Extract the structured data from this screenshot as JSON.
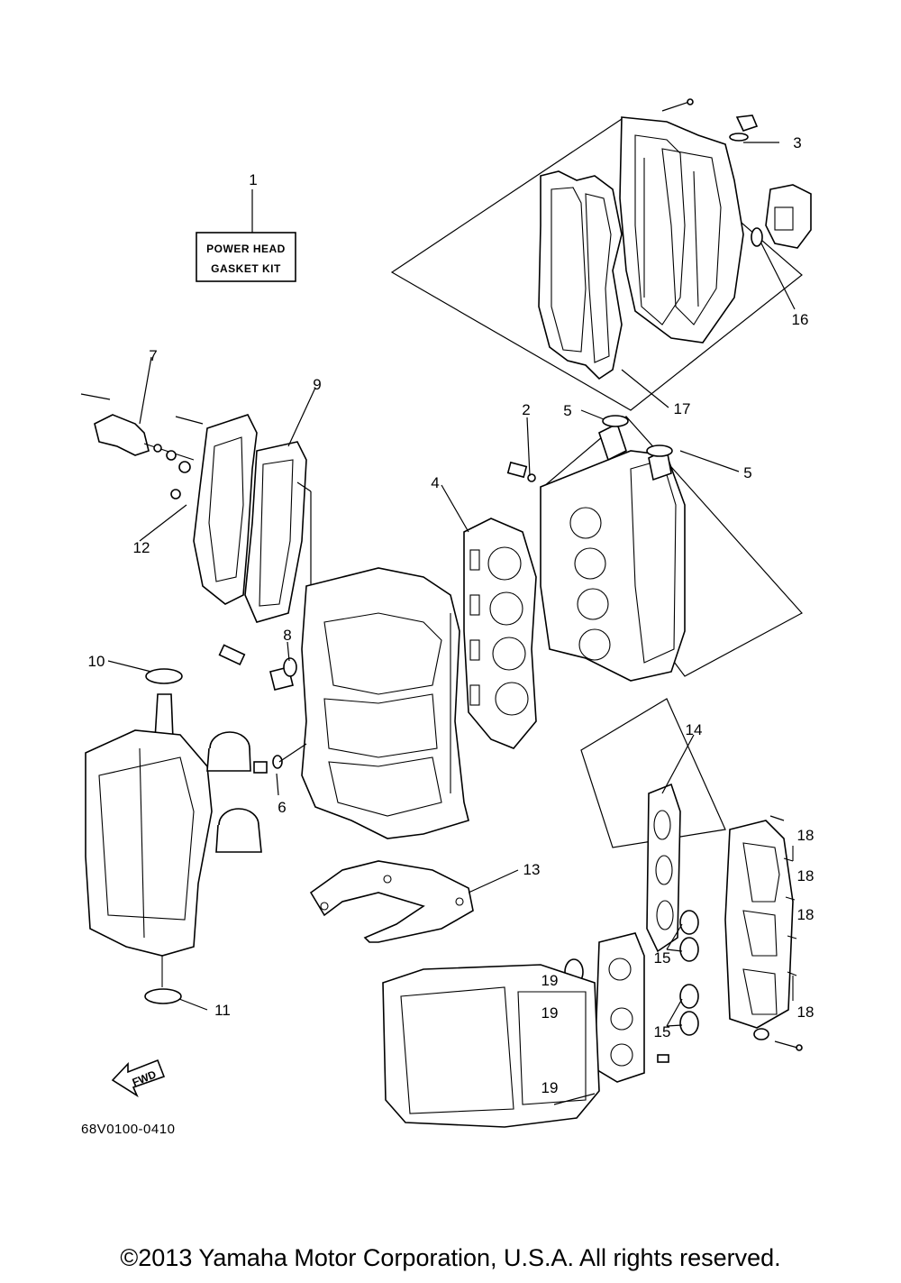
{
  "kit_label": {
    "line1": "POWER HEAD",
    "line2": "GASKET KIT"
  },
  "callouts": {
    "c1": "1",
    "c2": "2",
    "c3": "3",
    "c4": "4",
    "c5a": "5",
    "c5b": "5",
    "c6": "6",
    "c7": "7",
    "c8": "8",
    "c9": "9",
    "c10": "10",
    "c11": "11",
    "c12": "12",
    "c13": "13",
    "c14": "14",
    "c15a": "15",
    "c15b": "15",
    "c16": "16",
    "c17": "17",
    "c18a": "18",
    "c18b": "18",
    "c18c": "18",
    "c18d": "18",
    "c19a": "19",
    "c19b": "19",
    "c19c": "19"
  },
  "fwd_label": "FWD",
  "diagram_code": "68V0100-0410",
  "copyright": "©2013 Yamaha Motor Corporation, U.S.A. All rights reserved."
}
